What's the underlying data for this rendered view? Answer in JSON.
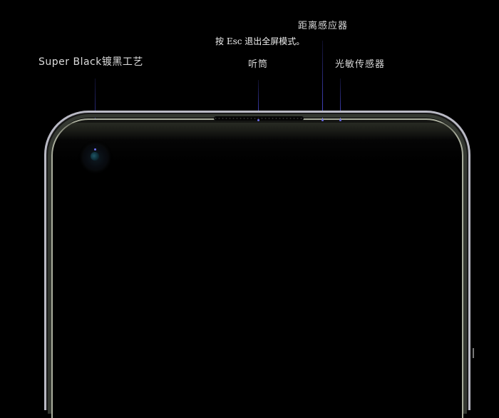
{
  "overlay": {
    "esc_hint": "按 Esc 退出全屏模式。"
  },
  "labels": {
    "super_black": "Super Black镀黑工艺",
    "receiver": "听筒",
    "proximity_sensor": "距离感应器",
    "light_sensor": "光敏传感器"
  },
  "colors": {
    "background": "#000000",
    "label_text": "#d8d8d8",
    "pointer_line": "#4b4bd8",
    "frame_highlight": "#b9b9c4"
  }
}
